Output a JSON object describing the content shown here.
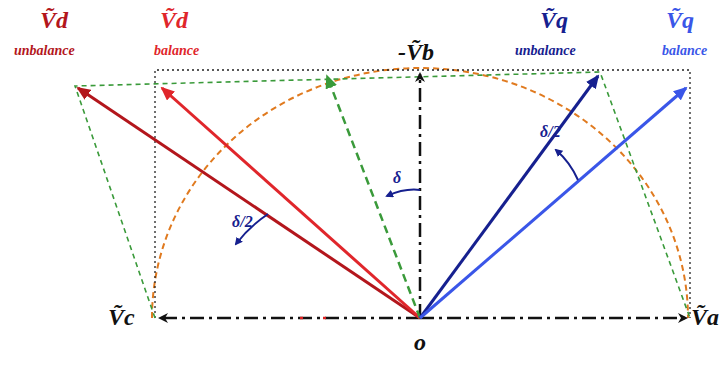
{
  "diagram": {
    "labels": [
      "Ṽd",
      "unbalance",
      "Ṽd",
      "balance",
      "-Ṽb",
      "Ṽq",
      "unbalance",
      "Ṽq",
      "balance",
      "δ/2",
      "δ",
      "δ/2",
      "Ṽc",
      "Ṽa",
      "o"
    ]
  }
}
